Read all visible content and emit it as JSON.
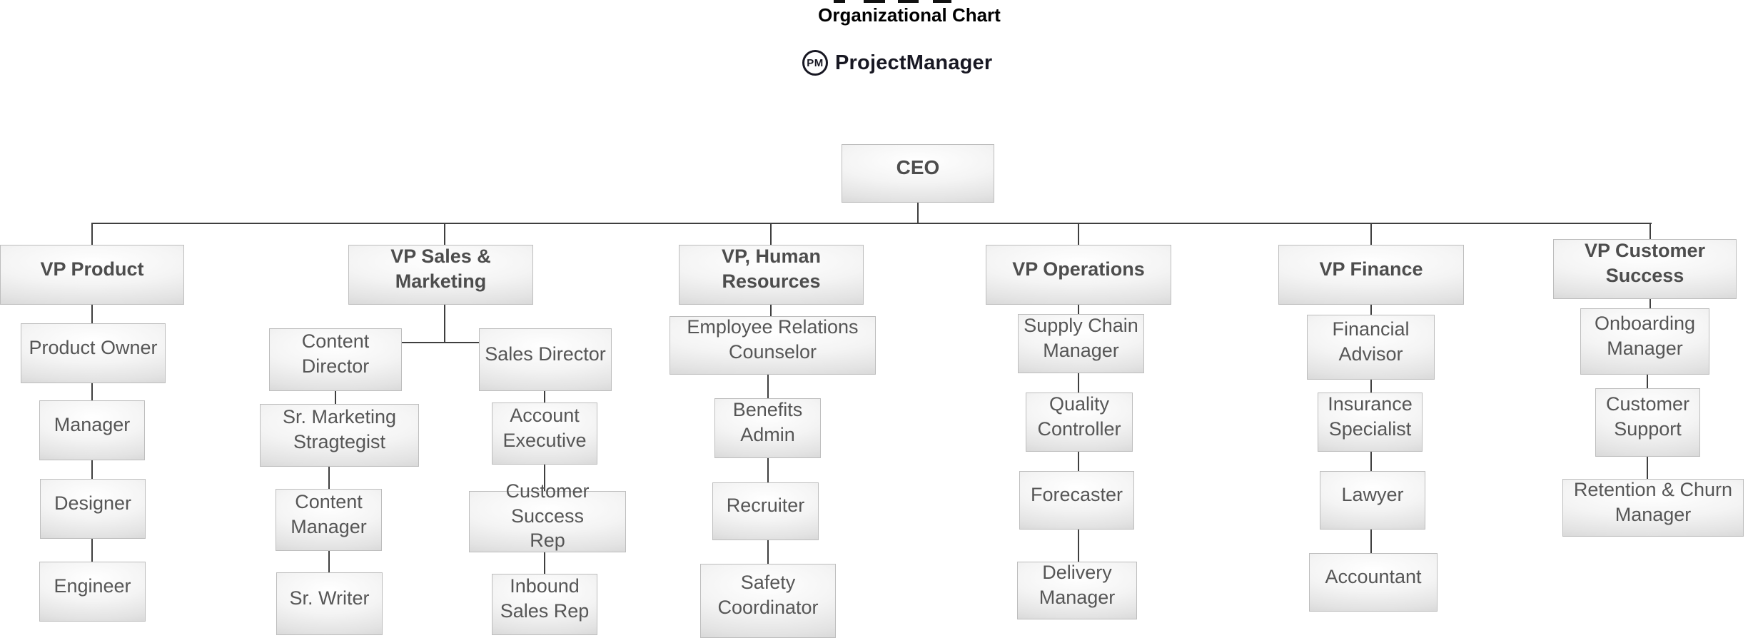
{
  "title": "Organizational Chart",
  "logo": {
    "badge": "PM",
    "brand": "ProjectManager"
  },
  "colors": {
    "node_text": "#565656",
    "connector": "#3f3f3f",
    "node_fill_light": "#ffffff",
    "node_fill_dark": "#cecece"
  },
  "org": {
    "ceo": "CEO",
    "branches": [
      {
        "vp": "VP Product",
        "children": [
          "Product Owner",
          "Manager",
          "Designer",
          "Engineer"
        ]
      },
      {
        "vp": "VP Sales & Marketing",
        "sub_branches": [
          {
            "head": "Content Director",
            "children": [
              "Sr. Marketing Stragtegist",
              "Content Manager",
              "Sr. Writer"
            ]
          },
          {
            "head": "Sales Director",
            "children": [
              "Account Executive",
              "Customer Success Rep",
              "Inbound Sales Rep"
            ]
          }
        ]
      },
      {
        "vp": "VP, Human Resources",
        "children": [
          "Employee Relations Counselor",
          "Benefits Admin",
          "Recruiter",
          "Safety Coordinator"
        ]
      },
      {
        "vp": "VP Operations",
        "children": [
          "Supply Chain Manager",
          "Quality Controller",
          "Forecaster",
          "Delivery Manager"
        ]
      },
      {
        "vp": "VP Finance",
        "children": [
          "Financial Advisor",
          "Insurance Specialist",
          "Lawyer",
          "Accountant"
        ]
      },
      {
        "vp": "VP Customer Success",
        "children": [
          "Onboarding Manager",
          "Customer Support",
          "Retention & Churn Manager"
        ]
      }
    ]
  }
}
